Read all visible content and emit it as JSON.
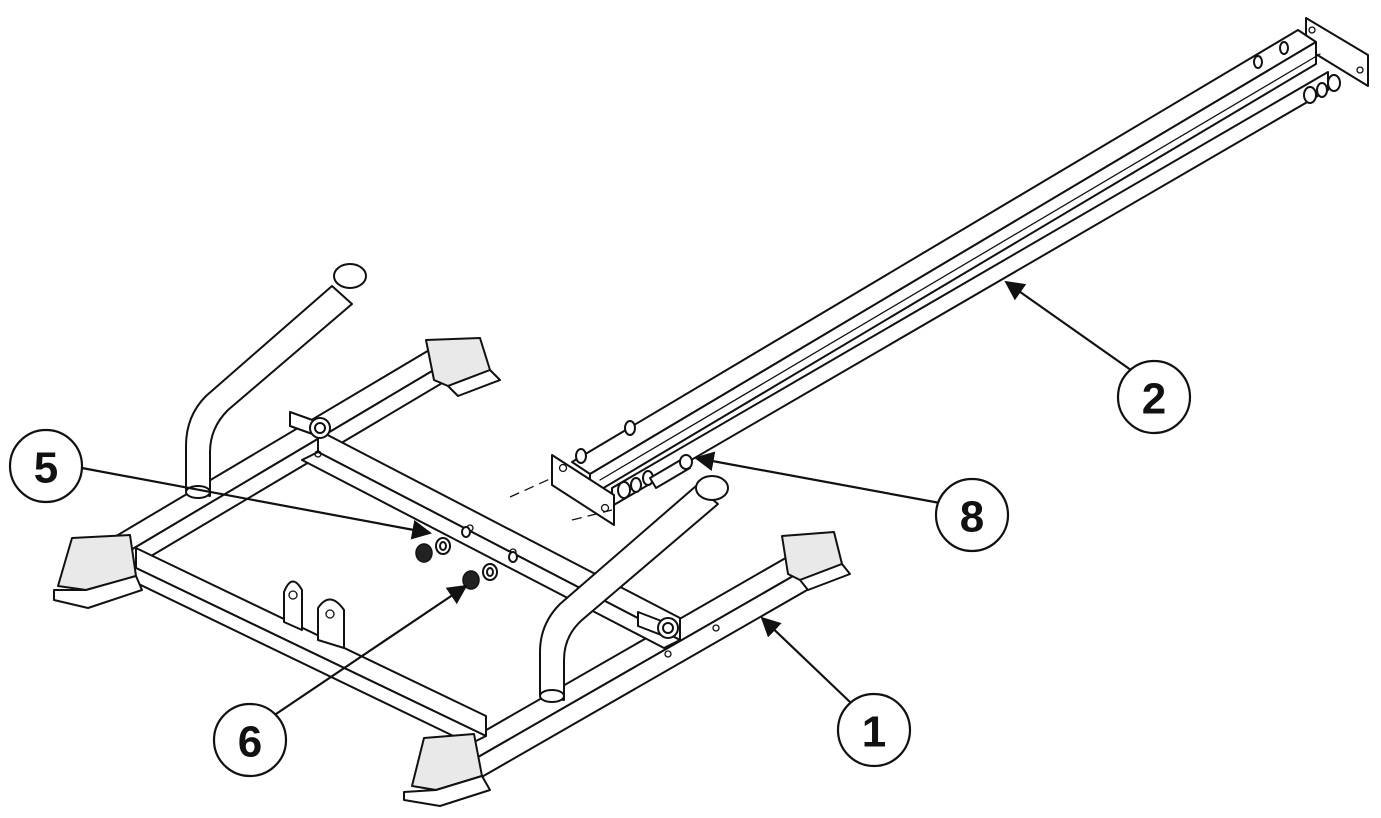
{
  "figure": {
    "callouts": [
      {
        "id": "callout-1",
        "label": "1"
      },
      {
        "id": "callout-2",
        "label": "2"
      },
      {
        "id": "callout-5",
        "label": "5"
      },
      {
        "id": "callout-6",
        "label": "6"
      },
      {
        "id": "callout-8",
        "label": "8"
      }
    ]
  }
}
